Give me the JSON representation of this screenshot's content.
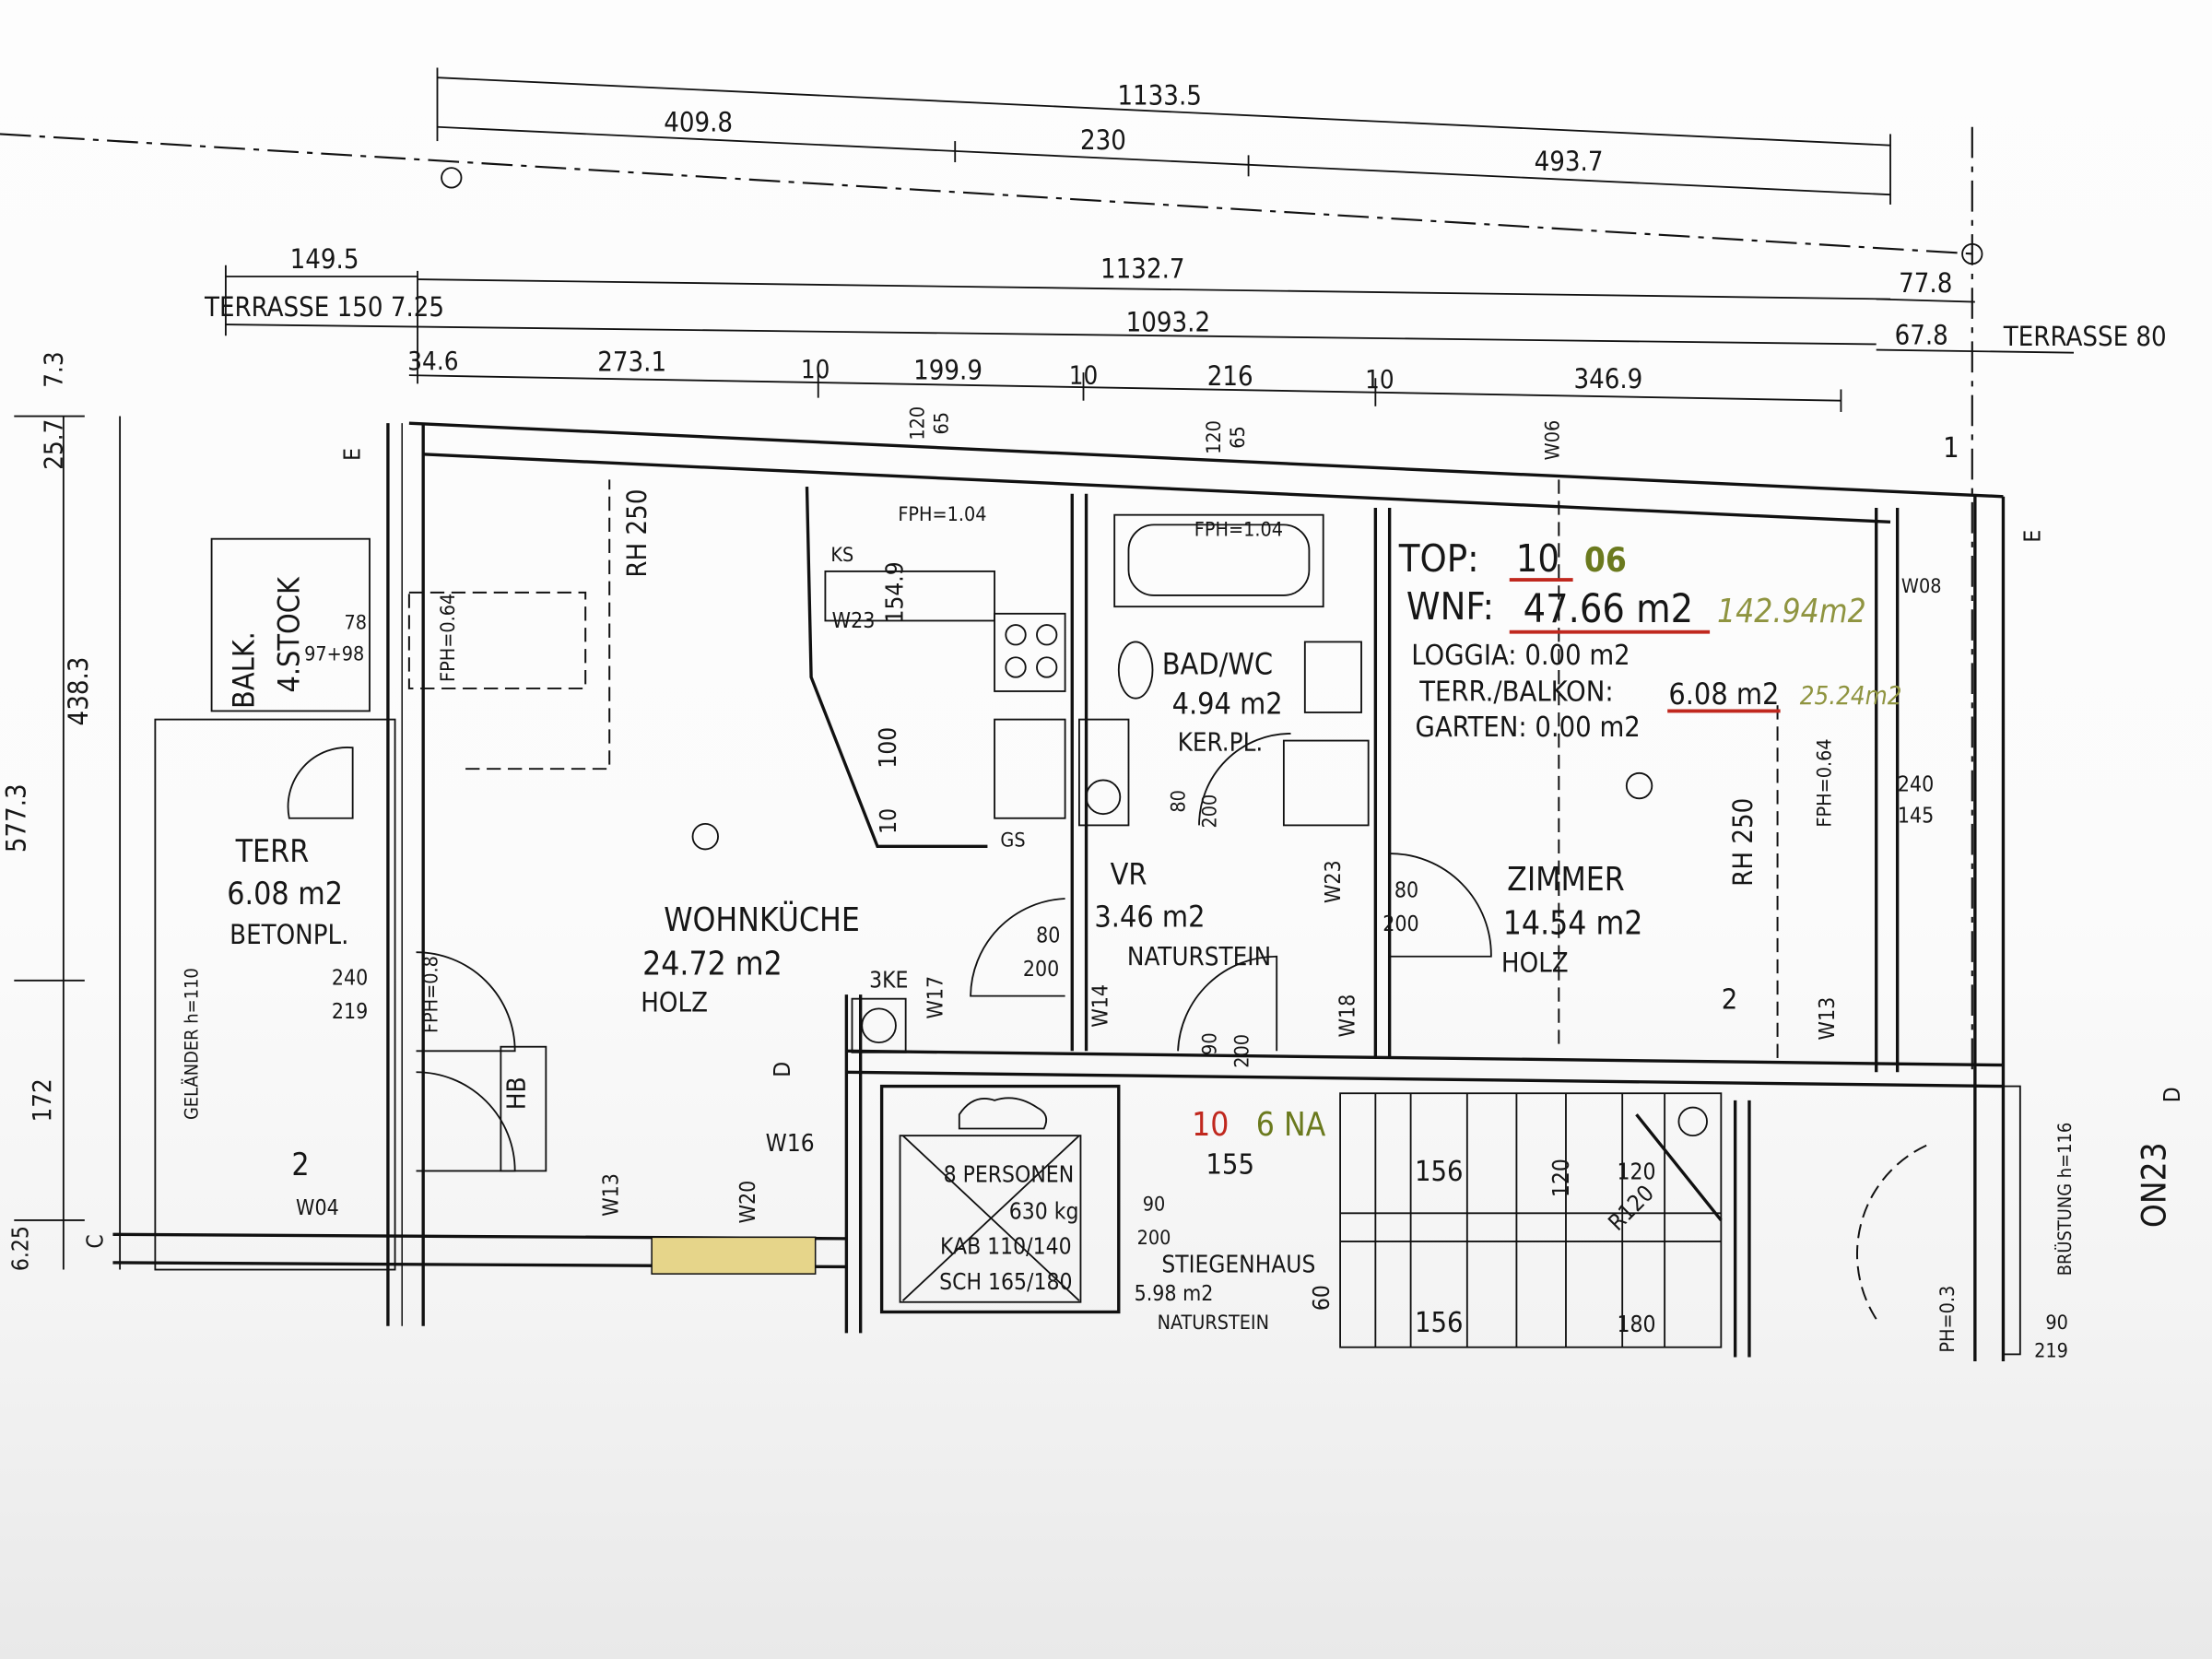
{
  "dimensions": {
    "total_top": "1133.5",
    "seg_a": "409.8",
    "seg_b": "230",
    "seg_c": "493.7",
    "left_149": "149.5",
    "mid_1132": "1132.7",
    "right_77": "77.8",
    "terrasse_left": "TERRASSE 150 7.25",
    "mid_1093": "1093.2",
    "right_67": "67.8",
    "terrasse_right": "TERRASSE 80",
    "r_34": "34.6",
    "r_273": "273.1",
    "r_10a": "10",
    "r_199": "199.9",
    "r_10b": "10",
    "r_216": "216",
    "r_10c": "10",
    "r_346": "346.9",
    "v_7": "7.3",
    "v_25": "25.7",
    "v_438": "438.3",
    "v_577": "577.3",
    "v_172": "172",
    "v_6": "6.25"
  },
  "rooms": {
    "wohnkueche": {
      "name": "WOHNKÜCHE",
      "area": "24.72 m2",
      "floor": "HOLZ"
    },
    "terr": {
      "name": "TERR",
      "area": "6.08 m2",
      "floor": "BETONPL."
    },
    "balk": {
      "name": "BALK.",
      "floor_level": "4.STOCK"
    },
    "bad": {
      "name": "BAD/WC",
      "area": "4.94 m2",
      "floor": "KER.PL."
    },
    "vr": {
      "name": "VR",
      "area": "3.46 m2",
      "floor": "NATURSTEIN"
    },
    "zimmer": {
      "name": "ZIMMER",
      "area": "14.54 m2",
      "floor": "HOLZ"
    },
    "stiegenhaus": {
      "name": "STIEGENHAUS",
      "area": "5.98 m2",
      "floor": "NATURSTEIN"
    }
  },
  "summary": {
    "top_label": "TOP:",
    "top_value": "10",
    "top_alt": "06",
    "wnf_label": "WNF:",
    "wnf_value": "47.66 m2",
    "wnf_alt": "142.94m2",
    "loggia": "LOGGIA:  0.00 m2",
    "terr_label": "TERR./BALKON:",
    "terr_value": "6.08 m2",
    "terr_alt": "25.24m2",
    "garten": "GARTEN: 0.00 m2"
  },
  "elevator": {
    "persons": "8 PERSONEN",
    "load": "630 kg",
    "cabin": "KAB 110/140",
    "shaft": "SCH 165/180"
  },
  "annotations": {
    "rh_250_a": "RH 250",
    "rh_250_b": "RH 250",
    "fph_104_a": "FPH=1.04",
    "fph_104_b": "FPH=1.04",
    "fph_064_a": "FPH=0.64",
    "fph_064_b": "FPH=0.64",
    "fph_08": "FPH=0.8",
    "ph_03": "PH=0.3",
    "w06": "W06",
    "w08": "W08",
    "w23_a": "W23",
    "w23_b": "W23",
    "w17": "W17",
    "w14": "W14",
    "w18": "W18",
    "w13_a": "W13",
    "w13_b": "W13",
    "w16": "W16",
    "w20": "W20",
    "w04": "W04",
    "ks": "KS",
    "gs": "GS",
    "ke": "3KE",
    "hb": "HB",
    "k_154": "154.9",
    "k_100": "100",
    "k_10": "10",
    "win_120a": "120",
    "win_65a": "65",
    "win_120b": "120",
    "win_65b": "65",
    "balk_78": "78",
    "balk_97": "97+98",
    "terr_240": "240",
    "terr_219": "219",
    "zim_240": "240",
    "zim_145": "145",
    "door_80a": "80",
    "door_200a": "200",
    "door_80b": "80",
    "door_200b": "200",
    "door_80c": "80",
    "door_200c": "200",
    "door_90a": "90",
    "door_200d": "200",
    "door_90b": "90",
    "door_200e": "200",
    "door_90c": "90",
    "door_219": "219",
    "top_code_red": "10",
    "top_code_green": "6 NA",
    "st_155": "155",
    "st_156a": "156",
    "st_156b": "156",
    "st_120a": "120",
    "st_120b": "120",
    "st_r120": "R120",
    "st_60": "60",
    "st_180": "180",
    "axis_e1": "E",
    "axis_e2": "E",
    "axis_d1": "D",
    "axis_d2": "D",
    "axis_c": "C",
    "axis_1": "1",
    "axis_2a": "2",
    "axis_2b": "2",
    "gelaender": "GELÄNDER h=110",
    "bruestung": "BRÜSTUNG h=116",
    "on23": "ON23"
  },
  "colors": {
    "red": "#c0281e",
    "green": "#6b7a1e",
    "olive_italic": "#8f9440",
    "yellow": "#e6d58a"
  }
}
